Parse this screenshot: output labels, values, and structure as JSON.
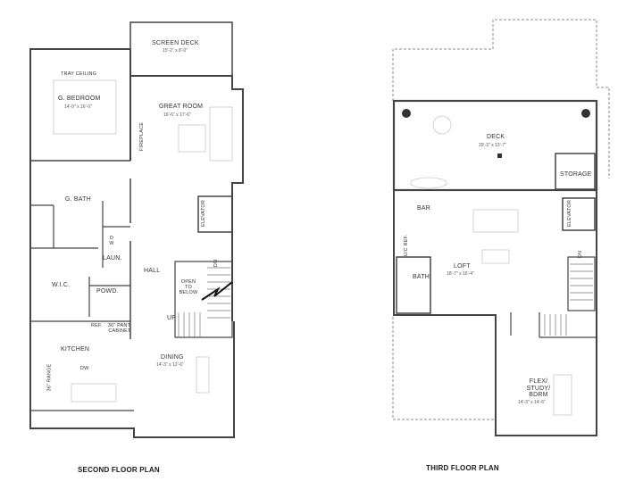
{
  "floor_plans": [
    {
      "title": "SECOND FLOOR PLAN",
      "rooms": {
        "screen_deck": {
          "name": "SCREEN DECK",
          "dims": "15'-2\" x 8'-0\""
        },
        "g_bedroom": {
          "name": "G. BEDROOM",
          "dims": "14'-0\" x 16'-0\"",
          "note": "TRAY CEILING"
        },
        "great_room": {
          "name": "GREAT ROOM",
          "dims": "16'-6\" x 17'-6\""
        },
        "fireplace": {
          "name": "FIREPLACE"
        },
        "g_bath": {
          "name": "G. BATH"
        },
        "elevator": {
          "name": "ELEVATOR"
        },
        "dw": {
          "name": "D\nW"
        },
        "laun": {
          "name": "LAUN."
        },
        "hall": {
          "name": "HALL"
        },
        "open_to_below": {
          "name": "OPEN TO BELOW"
        },
        "dn": {
          "name": "DN"
        },
        "up": {
          "name": "UP"
        },
        "wic": {
          "name": "W.I.C."
        },
        "powd": {
          "name": "POWD."
        },
        "ref": {
          "name": "REF."
        },
        "pant_cabinet": {
          "name": "36\" PANT. CABINET"
        },
        "kitchen": {
          "name": "KITCHEN"
        },
        "range": {
          "name": "36\" RANGE"
        },
        "dishwasher": {
          "name": "DW"
        },
        "dining": {
          "name": "DINING",
          "dims": "14'-3\" x 12'-6\""
        }
      }
    },
    {
      "title": "THIRD FLOOR PLAN",
      "rooms": {
        "deck": {
          "name": "DECK",
          "dims": "29'-3\" x 13'-7\""
        },
        "storage": {
          "name": "STORAGE"
        },
        "bar": {
          "name": "BAR"
        },
        "elevator": {
          "name": "ELEVATOR"
        },
        "uc_ref": {
          "name": "U/C REF."
        },
        "loft": {
          "name": "LOFT",
          "dims": "18'-7\" x 16'-4\""
        },
        "bath": {
          "name": "BATH"
        },
        "dn": {
          "name": "DN"
        },
        "flex": {
          "name": "FLEX/ STUDY/ BDRM",
          "dims": "14'-3\" x 14'-6\""
        }
      }
    }
  ]
}
